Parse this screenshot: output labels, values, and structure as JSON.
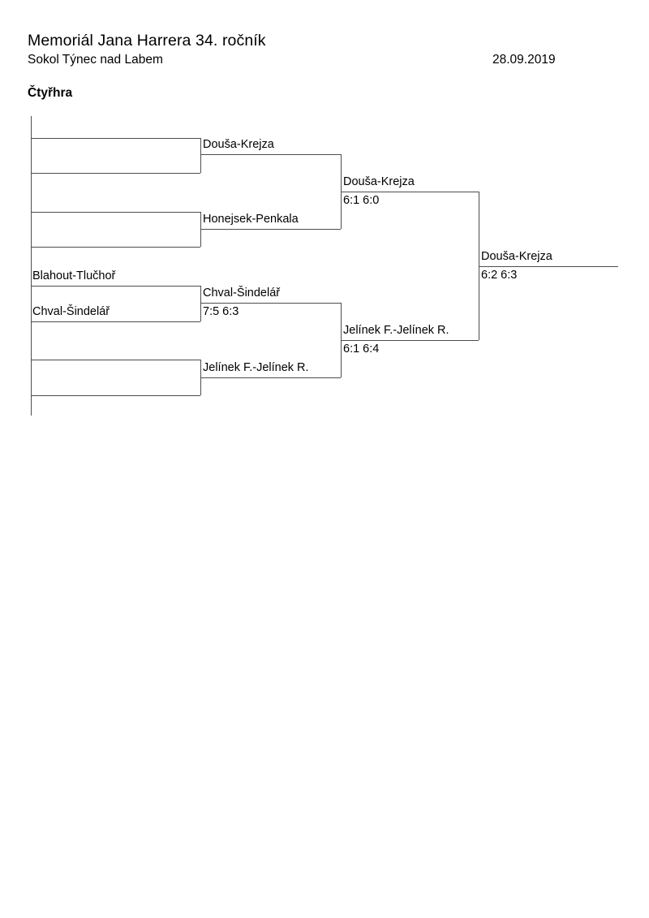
{
  "header": {
    "title": "Memoriál Jana Harrera 34. ročník",
    "subtitle": "Sokol Týnec nad Labem",
    "date": "28.09.2019",
    "section": "Čtyřhra"
  },
  "bracket": {
    "type": "single-elimination",
    "rounds": [
      {
        "name": "round-1",
        "matches": [
          {
            "entrants": [
              "",
              ""
            ],
            "winner": "",
            "score": ""
          },
          {
            "entrants": [
              "",
              ""
            ],
            "winner": "",
            "score": ""
          },
          {
            "entrants": [
              "Blahout-Tlučhoř",
              "Chval-Šindelář"
            ],
            "winner": "Chval-Šindelář",
            "score": ""
          },
          {
            "entrants": [
              "",
              ""
            ],
            "winner": "",
            "score": ""
          }
        ]
      },
      {
        "name": "quarterfinal",
        "slots": [
          {
            "player": "Douša-Krejza",
            "score": ""
          },
          {
            "player": "Honejsek-Penkala",
            "score": ""
          },
          {
            "player": "Chval-Šindelář",
            "score": "7:5 6:3"
          },
          {
            "player": "Jelínek F.-Jelínek R.",
            "score": ""
          }
        ]
      },
      {
        "name": "semifinal",
        "slots": [
          {
            "player": "Douša-Krejza",
            "score": "6:1 6:0"
          },
          {
            "player": "Jelínek F.-Jelínek R.",
            "score": "6:1 6:4"
          }
        ]
      },
      {
        "name": "final",
        "slots": [
          {
            "player": "Douša-Krejza",
            "score": "6:2 6:3"
          }
        ]
      }
    ],
    "champion": "Douša-Krejza"
  }
}
